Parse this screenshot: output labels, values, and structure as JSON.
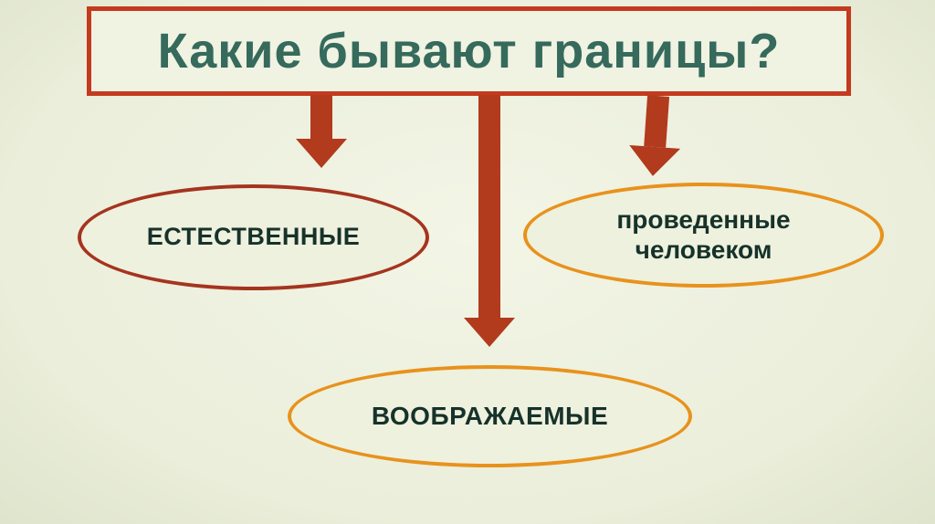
{
  "slide": {
    "title": "Какие бывают границы?",
    "nodes": [
      {
        "id": "natural",
        "label": "ЕСТЕСТВЕННЫЕ"
      },
      {
        "id": "human",
        "label": "проведенные человеком"
      },
      {
        "id": "imaginary",
        "label": "ВООБРАЖАЕМЫЕ"
      }
    ],
    "colors": {
      "background": "#eaeeda",
      "background_light": "#f3f5e6",
      "background_dark": "#dfe4cc",
      "box_fill": "#f0f2e2",
      "ellipse_fill": "#eef1de",
      "title_text": "#356a5c",
      "title_border": "#c43a1f",
      "arrow": "#b23a1d",
      "ellipse_red_border": "#a5341f",
      "ellipse_orange_border": "#e8921c",
      "node_text": "#16322a"
    }
  }
}
